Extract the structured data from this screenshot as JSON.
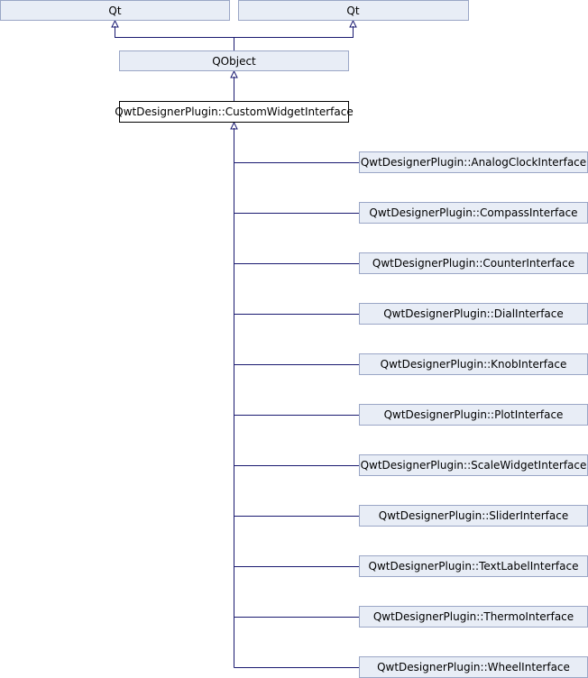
{
  "diagram": {
    "colors": {
      "node_fill": "#e8edf6",
      "node_border": "#9aa6c6",
      "focus_fill": "#ffffff",
      "focus_border": "#000000",
      "edge": "#191970"
    },
    "nodes": {
      "qt1": "Qt",
      "qt2": "Qt",
      "qobject": "QObject",
      "custom": "QwtDesignerPlugin::CustomWidgetInterface",
      "children": [
        "QwtDesignerPlugin::AnalogClockInterface",
        "QwtDesignerPlugin::CompassInterface",
        "QwtDesignerPlugin::CounterInterface",
        "QwtDesignerPlugin::DialInterface",
        "QwtDesignerPlugin::KnobInterface",
        "QwtDesignerPlugin::PlotInterface",
        "QwtDesignerPlugin::ScaleWidgetInterface",
        "QwtDesignerPlugin::SliderInterface",
        "QwtDesignerPlugin::TextLabelInterface",
        "QwtDesignerPlugin::ThermoInterface",
        "QwtDesignerPlugin::WheelInterface"
      ]
    }
  }
}
